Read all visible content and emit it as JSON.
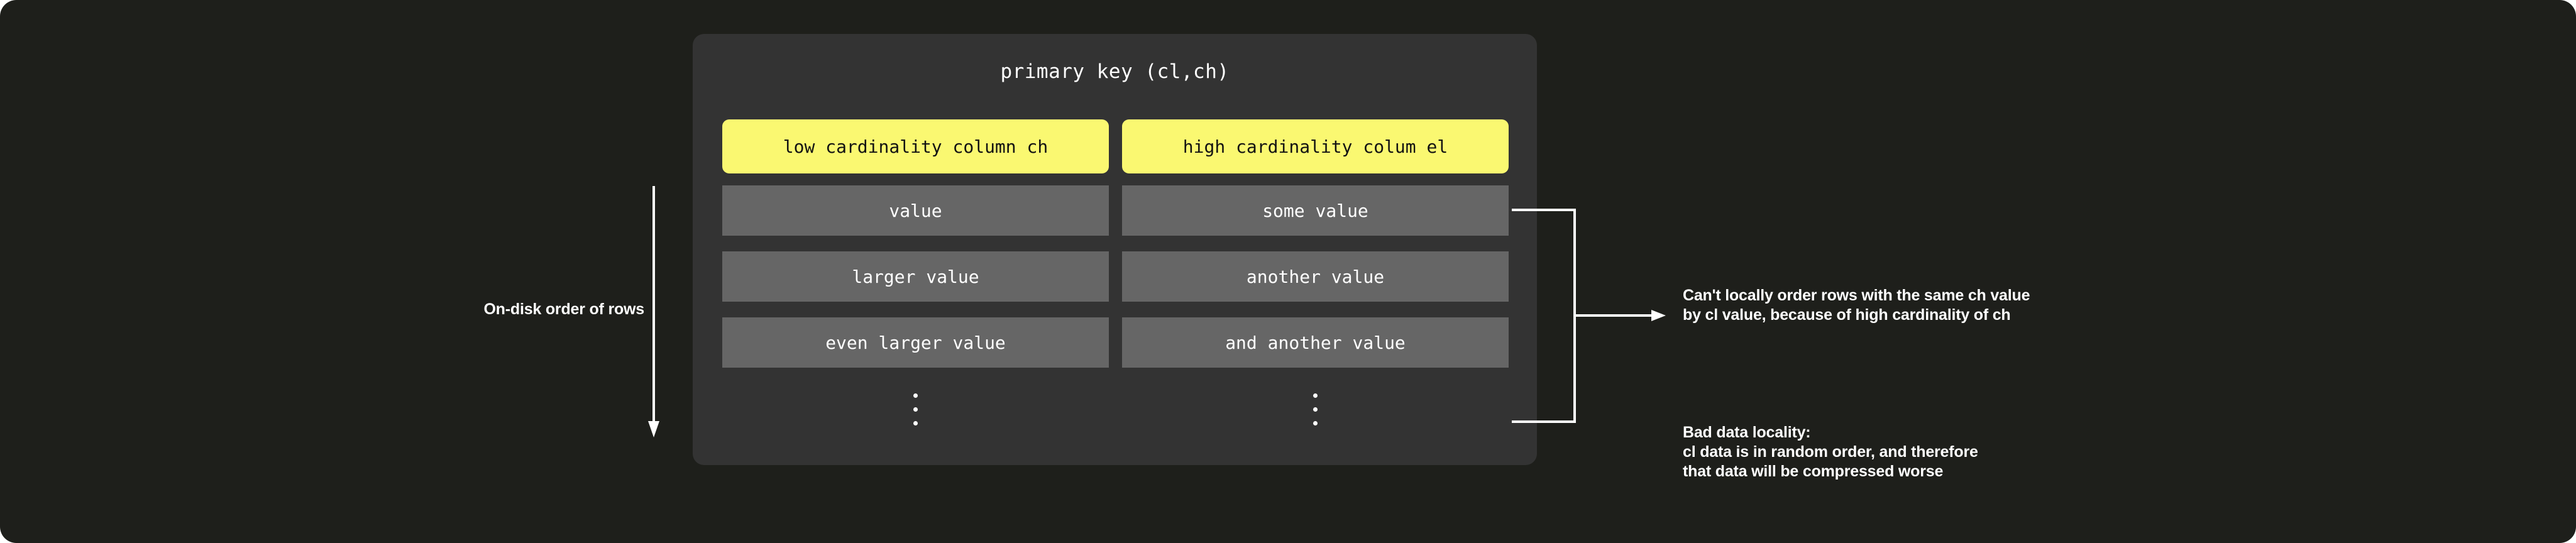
{
  "canvas": {
    "background": "#1e1f1b",
    "panel_background": "#333333",
    "accent_yellow": "#faf871",
    "cell_grey": "#666666",
    "text_color": "#ffffff"
  },
  "panel": {
    "title": "primary key (cl,ch)",
    "columns": [
      {
        "header": "low cardinality column ch",
        "values": [
          "value",
          "larger value",
          "even larger value"
        ],
        "continuation": "vertical-ellipsis"
      },
      {
        "header": "high cardinality colum el",
        "values": [
          "some value",
          "another value",
          "and another value"
        ],
        "continuation": "vertical-ellipsis"
      }
    ]
  },
  "left_annotation": {
    "label": "On-disk order of rows",
    "arrow": "down-arrow"
  },
  "right_annotation": {
    "connector": "bracket-with-right-arrow",
    "notes": [
      {
        "lines": [
          "Can't locally order rows with the same ch value",
          "by cl value, because of high cardinality of ch"
        ]
      },
      {
        "lines": [
          "Bad data locality:",
          "cl data is in random order, and therefore",
          "that data will be compressed worse"
        ]
      }
    ]
  }
}
